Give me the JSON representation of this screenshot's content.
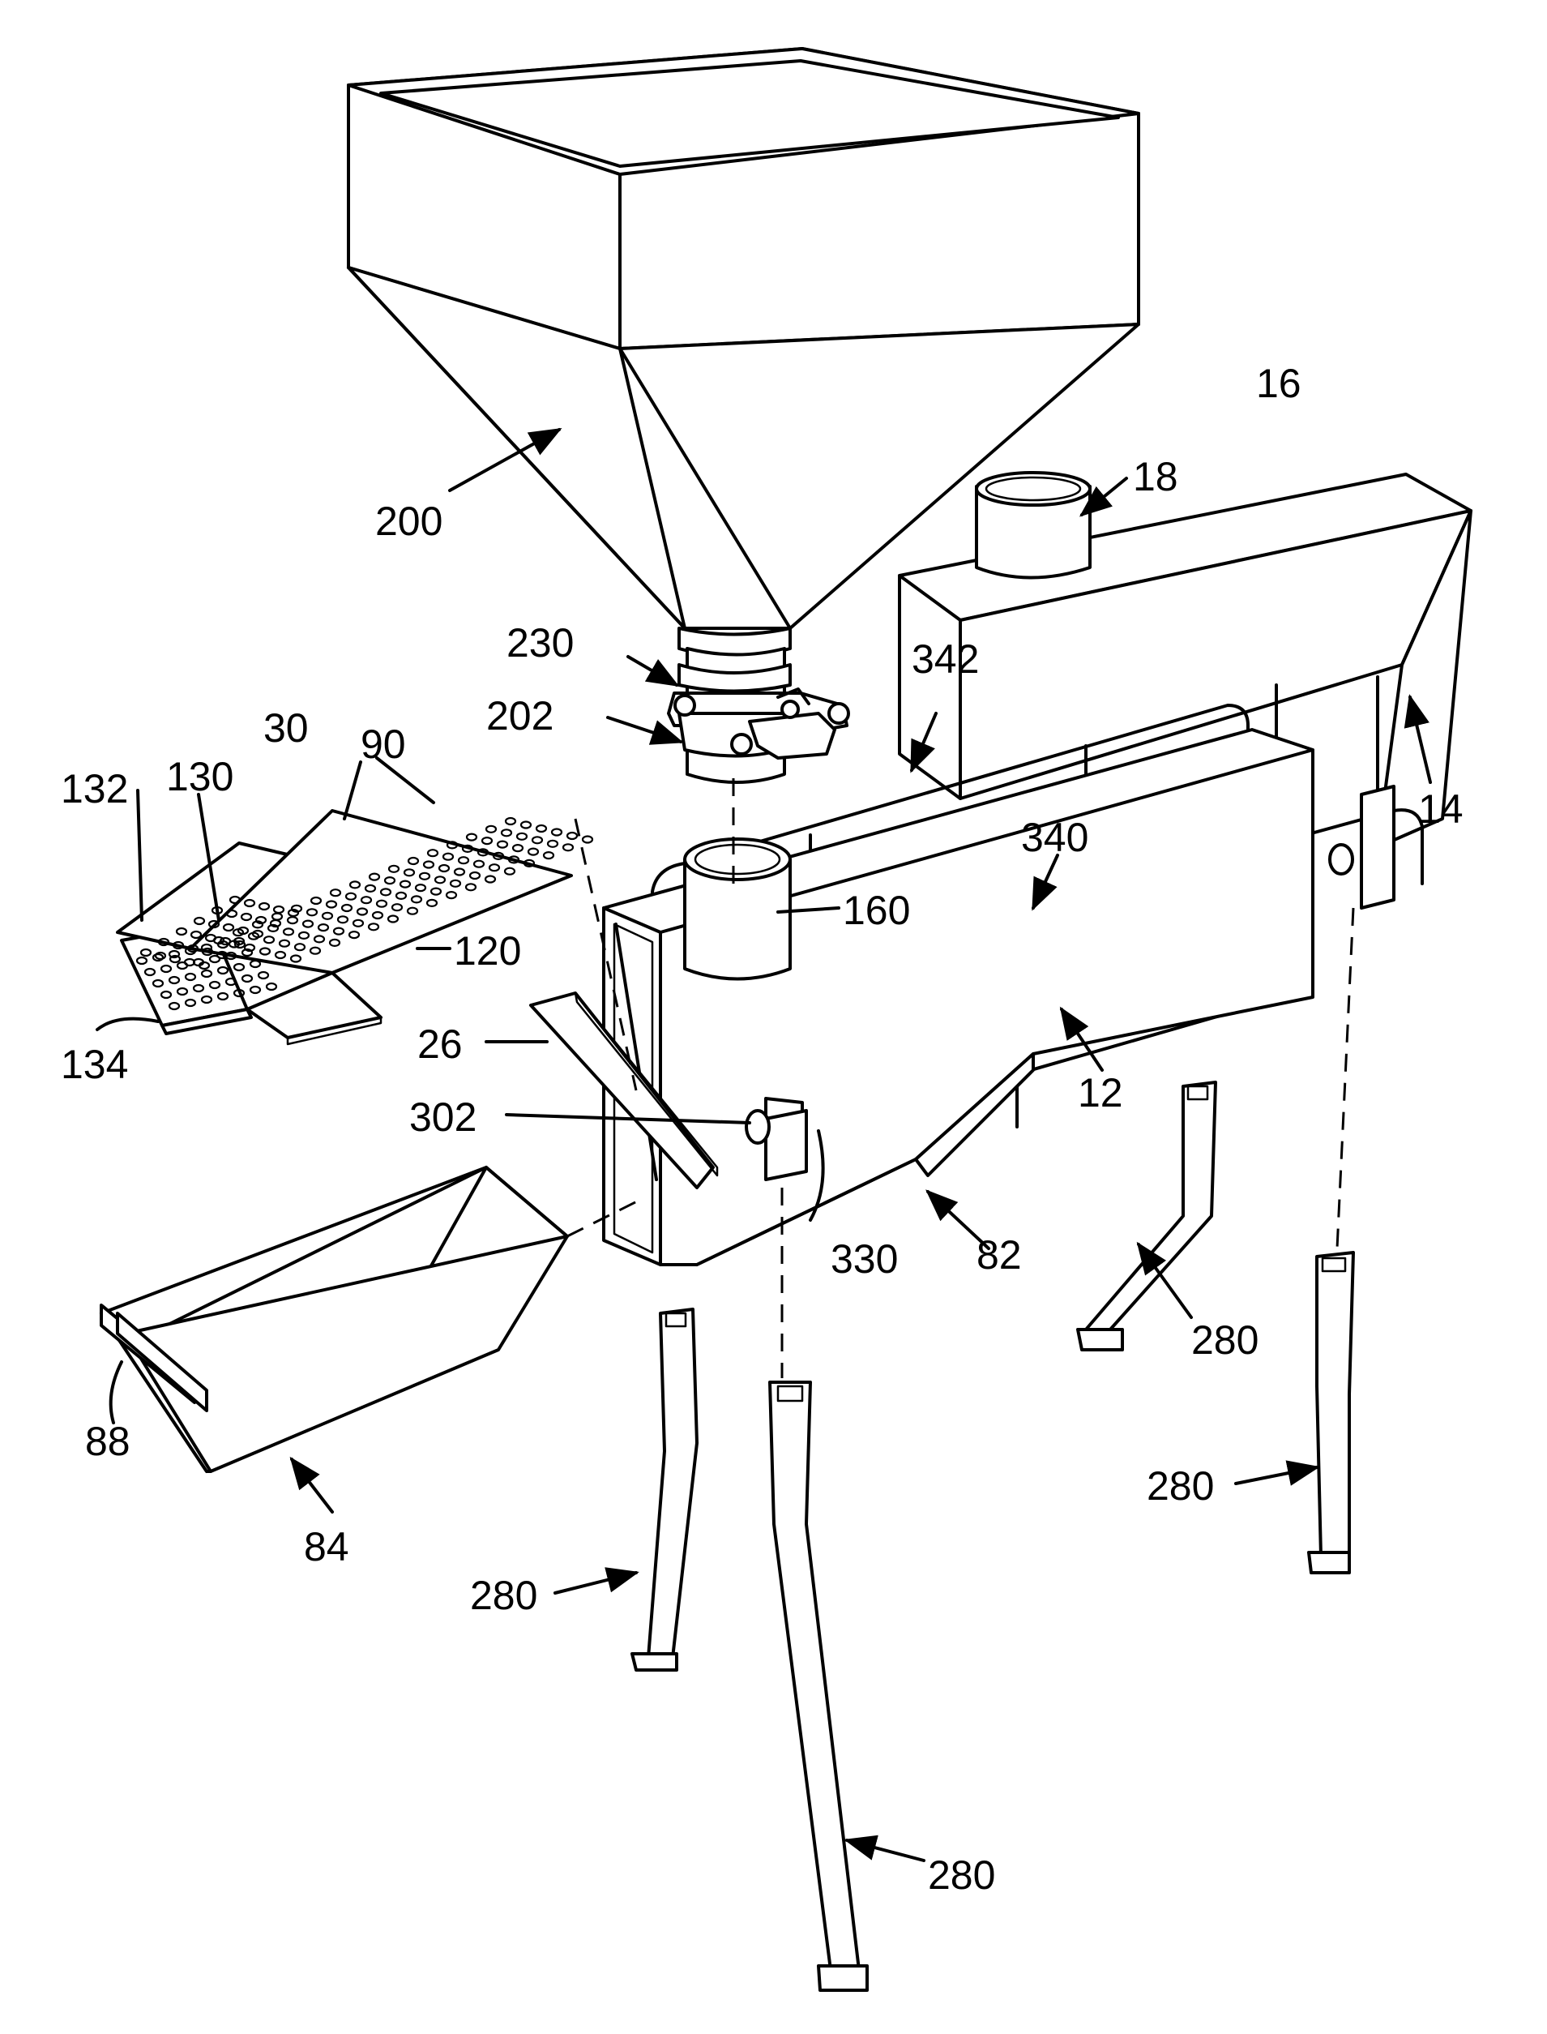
{
  "labels": {
    "l16": "16",
    "l18": "18",
    "l200": "200",
    "l230": "230",
    "l202": "202",
    "l342": "342",
    "l14": "14",
    "l30": "30",
    "l90": "90",
    "l132": "132",
    "l130": "130",
    "l340": "340",
    "l160": "160",
    "l120": "120",
    "l134": "134",
    "l26": "26",
    "l12": "12",
    "l302": "302",
    "l330": "330",
    "l82": "82",
    "l280a": "280",
    "l88": "88",
    "l84": "84",
    "l280b": "280",
    "l280c": "280",
    "l280d": "280"
  }
}
